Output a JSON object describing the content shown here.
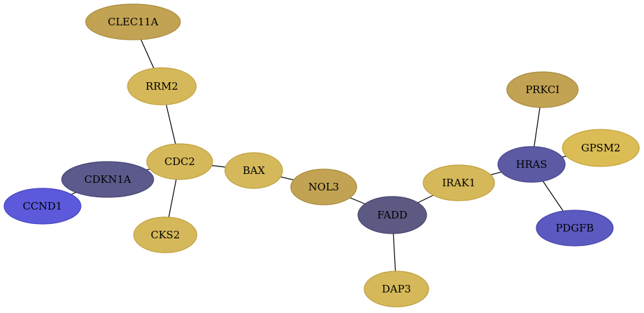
{
  "graph": {
    "nodes": [
      {
        "id": "CLEC11A",
        "label": "CLEC11A",
        "fill": "#c2a353",
        "stroke": "#a88a3a"
      },
      {
        "id": "RRM2",
        "label": "RRM2",
        "fill": "#d5b85a",
        "stroke": "#c0a040"
      },
      {
        "id": "CDC2",
        "label": "CDC2",
        "fill": "#d5b85a",
        "stroke": "#c0a040"
      },
      {
        "id": "BAX",
        "label": "BAX",
        "fill": "#d5b85a",
        "stroke": "#c0a040"
      },
      {
        "id": "NOL3",
        "label": "NOL3",
        "fill": "#c2a353",
        "stroke": "#a88a3a"
      },
      {
        "id": "FADD",
        "label": "FADD",
        "fill": "#5c5a82",
        "stroke": "#47456c"
      },
      {
        "id": "DAP3",
        "label": "DAP3",
        "fill": "#d5b85a",
        "stroke": "#c0a040"
      },
      {
        "id": "IRAK1",
        "label": "IRAK1",
        "fill": "#d5b85a",
        "stroke": "#c0a040"
      },
      {
        "id": "HRAS",
        "label": "HRAS",
        "fill": "#5c5aa3",
        "stroke": "#47458c"
      },
      {
        "id": "PRKCI",
        "label": "PRKCI",
        "fill": "#c2a353",
        "stroke": "#a88a3a"
      },
      {
        "id": "GPSM2",
        "label": "GPSM2",
        "fill": "#dbbc55",
        "stroke": "#c4a43c"
      },
      {
        "id": "PDGFB",
        "label": "PDGFB",
        "fill": "#5c5ac0",
        "stroke": "#4745a8"
      },
      {
        "id": "CDKN1A",
        "label": "CDKN1A",
        "fill": "#5c5a8c",
        "stroke": "#474575"
      },
      {
        "id": "CCND1",
        "label": "CCND1",
        "fill": "#5c5ada",
        "stroke": "#4745c2"
      },
      {
        "id": "CKS2",
        "label": "CKS2",
        "fill": "#d5b85a",
        "stroke": "#c0a040"
      }
    ],
    "edges": [
      [
        "CLEC11A",
        "RRM2"
      ],
      [
        "RRM2",
        "CDC2"
      ],
      [
        "CDC2",
        "BAX"
      ],
      [
        "CDC2",
        "CDKN1A"
      ],
      [
        "CDC2",
        "CKS2"
      ],
      [
        "CDKN1A",
        "CCND1"
      ],
      [
        "BAX",
        "NOL3"
      ],
      [
        "NOL3",
        "FADD"
      ],
      [
        "FADD",
        "DAP3"
      ],
      [
        "FADD",
        "IRAK1"
      ],
      [
        "IRAK1",
        "HRAS"
      ],
      [
        "HRAS",
        "PRKCI"
      ],
      [
        "HRAS",
        "GPSM2"
      ],
      [
        "HRAS",
        "PDGFB"
      ]
    ]
  }
}
